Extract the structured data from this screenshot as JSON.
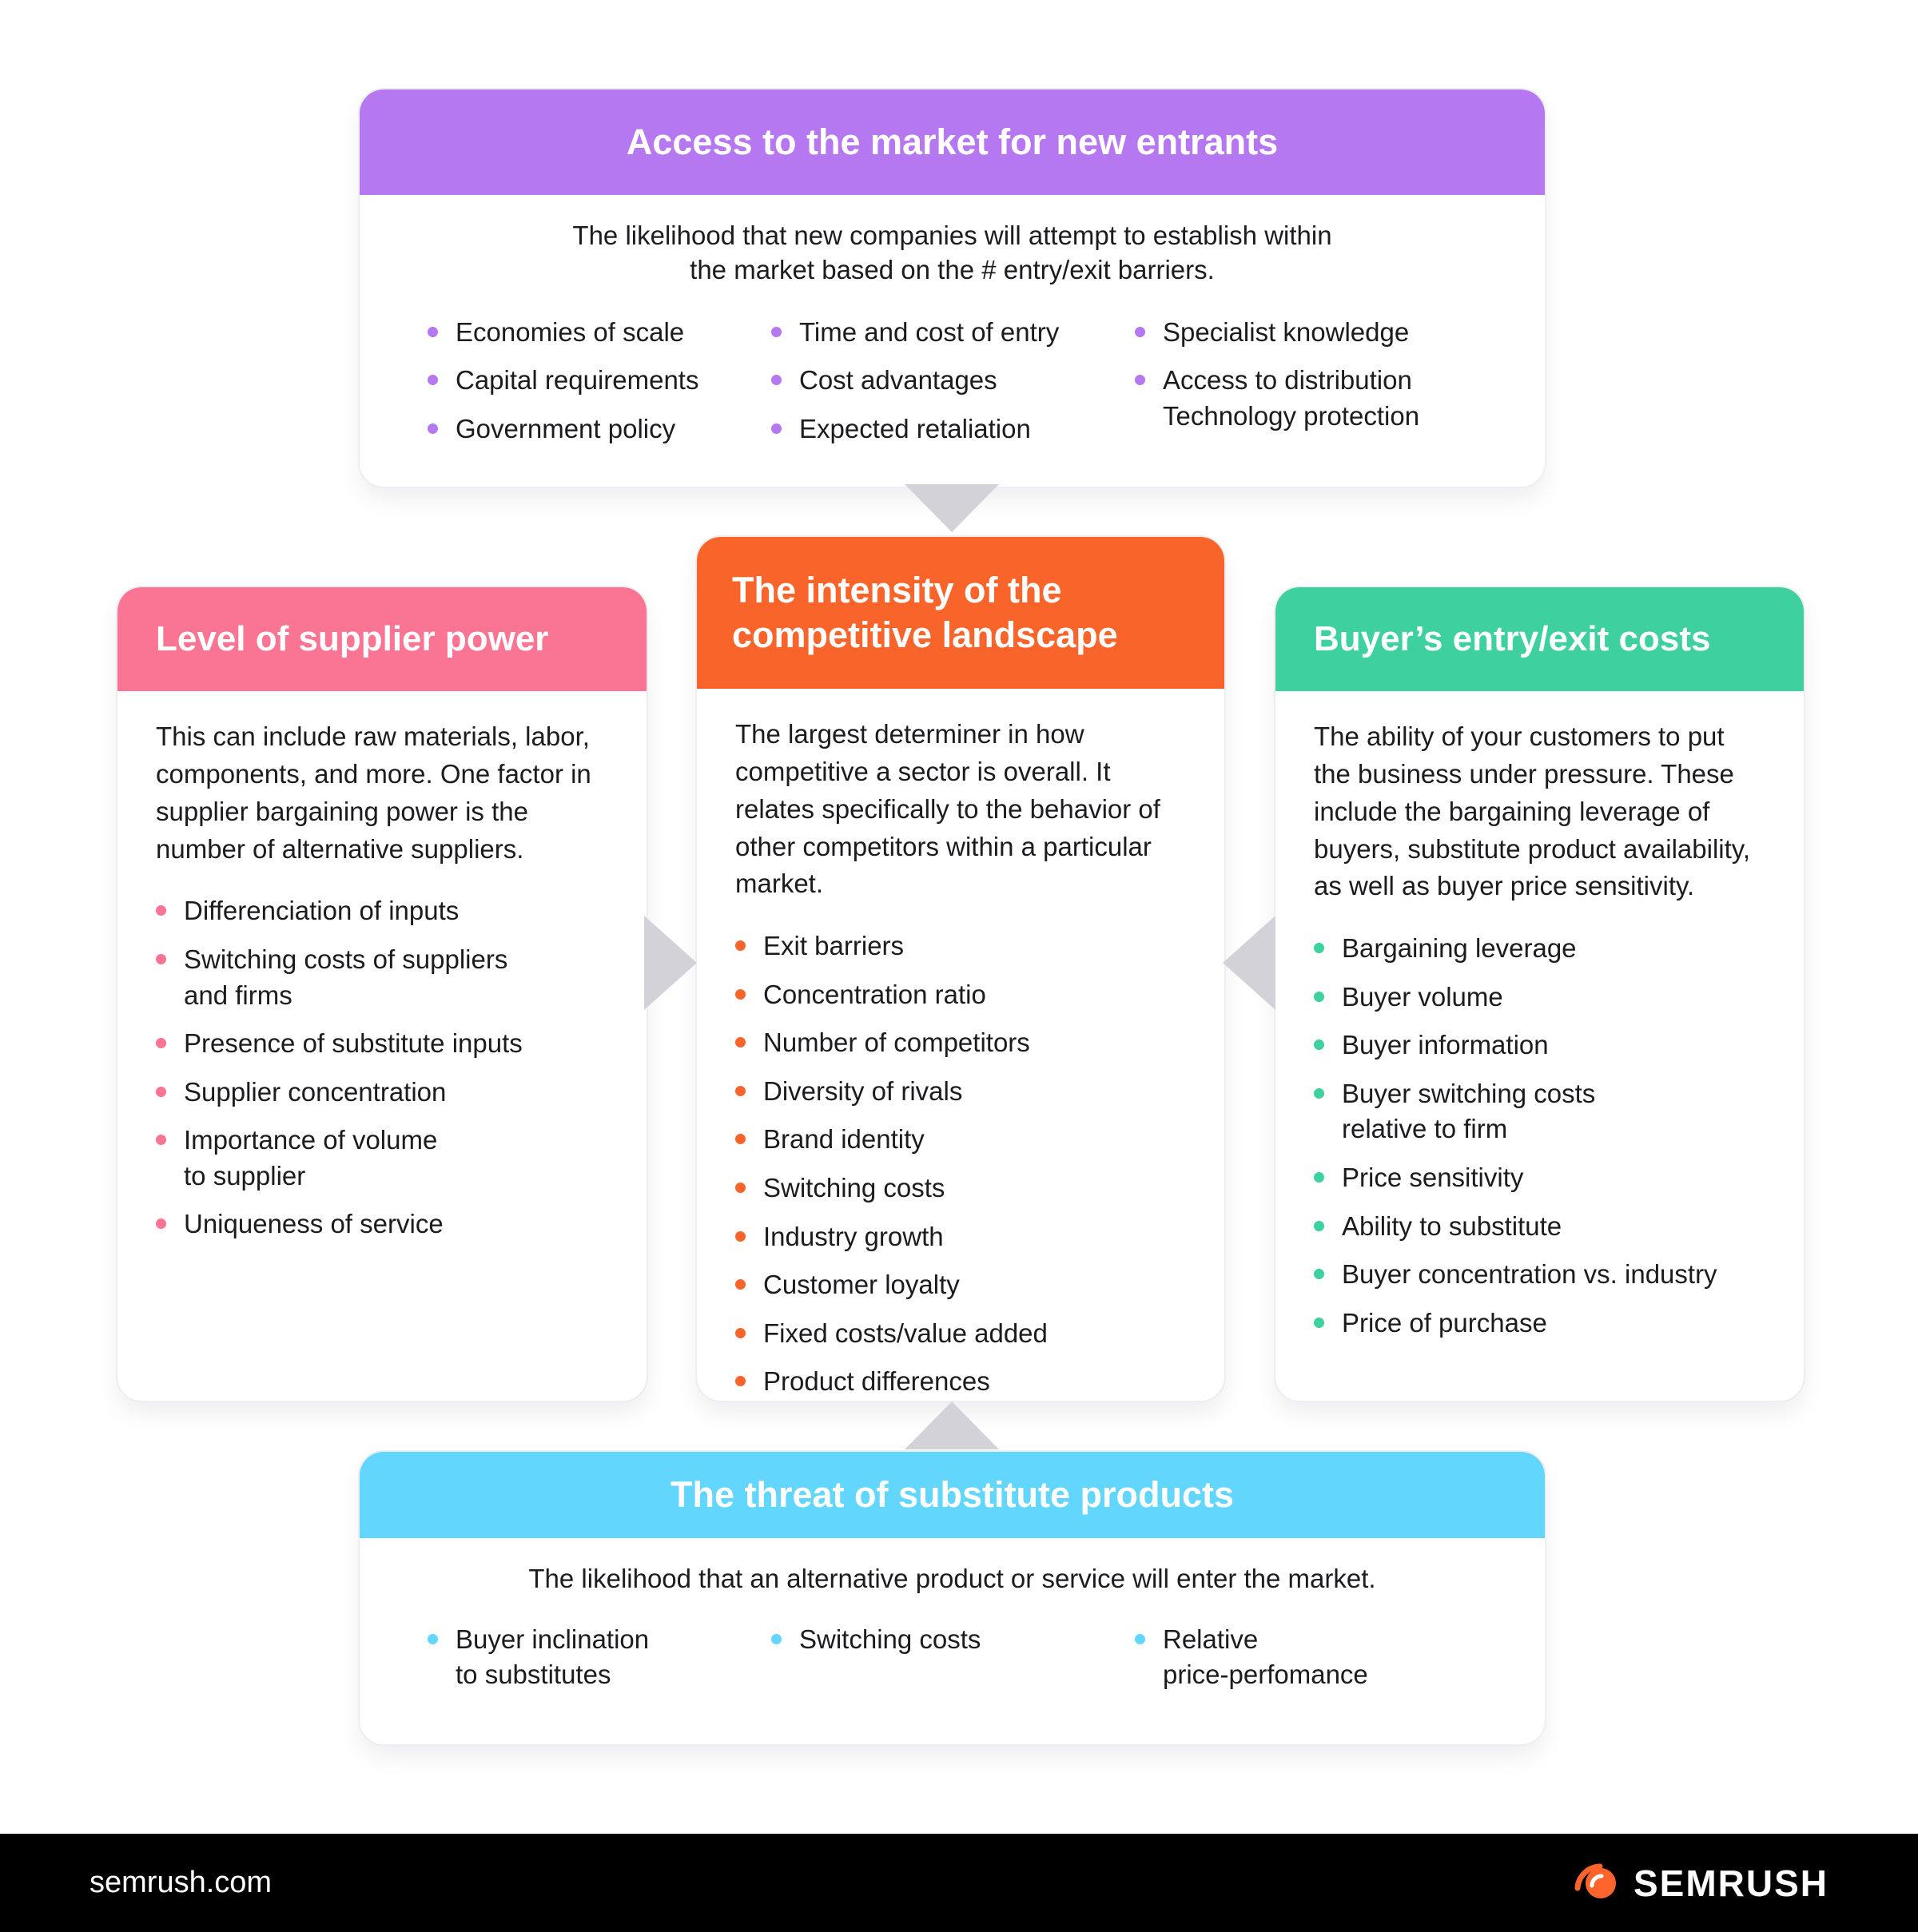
{
  "colors": {
    "accent_purple": "#b578f0",
    "accent_pink": "#fa7593",
    "accent_orange": "#f9642b",
    "accent_green": "#3fd0a0",
    "accent_blue": "#63d6fd",
    "arrow_gray": "#d2d2d8",
    "footer_bg": "#000000",
    "brand_orange": "#ff642d",
    "text_dark": "#1b1b20"
  },
  "cards": {
    "new_entrants": {
      "title": "Access to the market for new entrants",
      "description": "The likelihood that new companies will attempt to establish within\nthe market based on the # entry/exit barriers.",
      "items": {
        "col1": [
          "Economies of scale",
          "Capital requirements",
          "Government policy"
        ],
        "col2": [
          "Time and cost of entry",
          "Cost advantages",
          "Expected retaliation"
        ],
        "col3": [
          "Specialist knowledge",
          "Access to distribution\nTechnology protection"
        ]
      }
    },
    "supplier_power": {
      "title": "Level of supplier power",
      "description": "This can include raw materials, labor, components, and more. One factor in supplier bargaining power is the number of alternative suppliers.",
      "items": [
        "Differenciation of inputs",
        "Switching costs of suppliers\nand firms",
        "Presence of substitute inputs",
        "Supplier concentration",
        "Importance of volume\nto supplier",
        "Uniqueness of service"
      ]
    },
    "competitive_landscape": {
      "title": "The intensity of the\ncompetitive landscape",
      "description": "The largest determiner in how competitive a sector is overall. It relates specifically to the behavior of other competitors within a particular market.",
      "items": [
        "Exit barriers",
        "Concentration ratio",
        "Number of competitors",
        "Diversity of rivals",
        "Brand identity",
        "Switching costs",
        "Industry growth",
        "Customer loyalty",
        "Fixed costs/value added",
        "Product differences"
      ]
    },
    "buyer_costs": {
      "title": "Buyer’s entry/exit costs",
      "description": "The ability of your customers to put the business under pressure. These include the bargaining leverage of buyers, substitute product availability, as well as buyer price sensitivity.",
      "items": [
        "Bargaining leverage",
        "Buyer volume",
        "Buyer information",
        "Buyer switching costs\nrelative to firm",
        "Price sensitivity",
        "Ability to substitute",
        "Buyer concentration vs. industry",
        "Price of purchase"
      ]
    },
    "substitutes": {
      "title": "The threat of substitute products",
      "description": "The likelihood that an alternative product or service will enter the market.",
      "items": {
        "col1": [
          "Buyer inclination\nto substitutes"
        ],
        "col2": [
          "Switching costs"
        ],
        "col3": [
          "Relative\nprice-perfomance"
        ]
      }
    }
  },
  "footer": {
    "site": "semrush.com",
    "brand": "SEMRUSH"
  }
}
